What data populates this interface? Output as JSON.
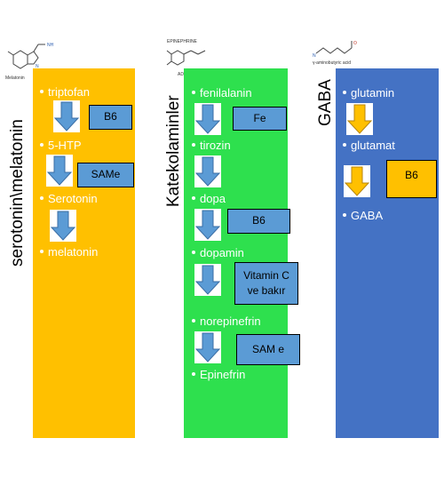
{
  "columns": [
    {
      "title": "serotonin\\melatonin",
      "structure_label": "Melatonin",
      "steps": [
        "triptofan",
        "5-HTP",
        "Serotonin",
        "melatonin"
      ],
      "cofactors": [
        "B6",
        "SAMe"
      ]
    },
    {
      "title": "Katekolaminler",
      "structure_labels": [
        "EPINEPHRINE",
        "ADRENALINE"
      ],
      "steps": [
        "fenilalanin",
        "tirozin",
        "dopa",
        "dopamin",
        "norepinefrin",
        "Epinefrin"
      ],
      "cofactors": [
        "Fe",
        "B6",
        "Vitamin C\nve bakır",
        "SAM e"
      ]
    },
    {
      "title": "GABA",
      "structure_label": "γ-aminobutyric acid",
      "steps": [
        "glutamin",
        "glutamat",
        "GABA"
      ],
      "cofactors": [
        "B6"
      ]
    }
  ],
  "colors": {
    "orange": "#FFC000",
    "green": "#2EE04E",
    "blue": "#4472C4",
    "arrow_blue": "#5B9BD5",
    "arrow_gold": "#FFC000"
  },
  "icons": [
    "down-arrow-icon",
    "molecule-structure-icon"
  ]
}
